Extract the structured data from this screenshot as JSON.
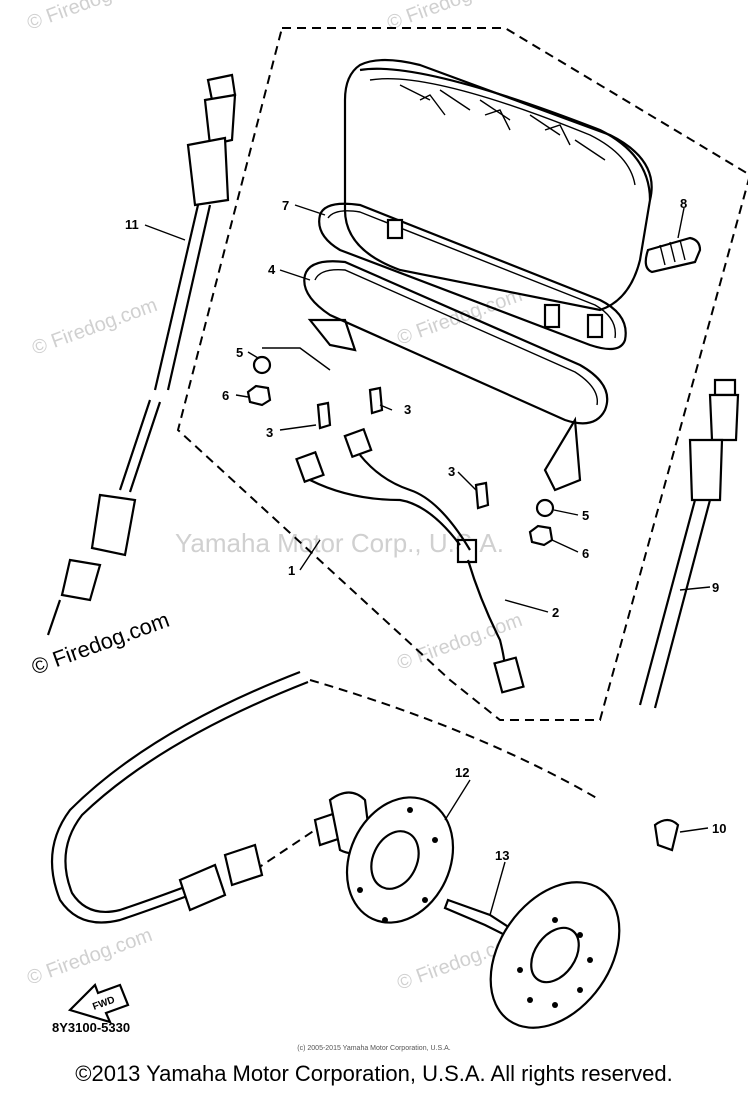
{
  "watermarks": {
    "firedog": "© Firedog.com",
    "yamaha": "Yamaha Motor Corp., U.S.A."
  },
  "callouts": [
    {
      "id": "1",
      "text": "1"
    },
    {
      "id": "2",
      "text": "2"
    },
    {
      "id": "3a",
      "text": "3"
    },
    {
      "id": "3b",
      "text": "3"
    },
    {
      "id": "3c",
      "text": "3"
    },
    {
      "id": "4",
      "text": "4"
    },
    {
      "id": "5a",
      "text": "5"
    },
    {
      "id": "5b",
      "text": "5"
    },
    {
      "id": "6a",
      "text": "6"
    },
    {
      "id": "6b",
      "text": "6"
    },
    {
      "id": "7",
      "text": "7"
    },
    {
      "id": "8",
      "text": "8"
    },
    {
      "id": "9",
      "text": "9"
    },
    {
      "id": "10",
      "text": "10"
    },
    {
      "id": "11",
      "text": "11"
    },
    {
      "id": "12",
      "text": "12"
    },
    {
      "id": "13",
      "text": "13"
    }
  ],
  "fwd_label": "FWD",
  "diagram_code": "8Y3100-5330",
  "small_footer": "(c) 2005-2015 Yamaha Motor Corporation, U.S.A.",
  "copyright": "©2013 Yamaha Motor Corporation, U.S.A. All rights reserved."
}
